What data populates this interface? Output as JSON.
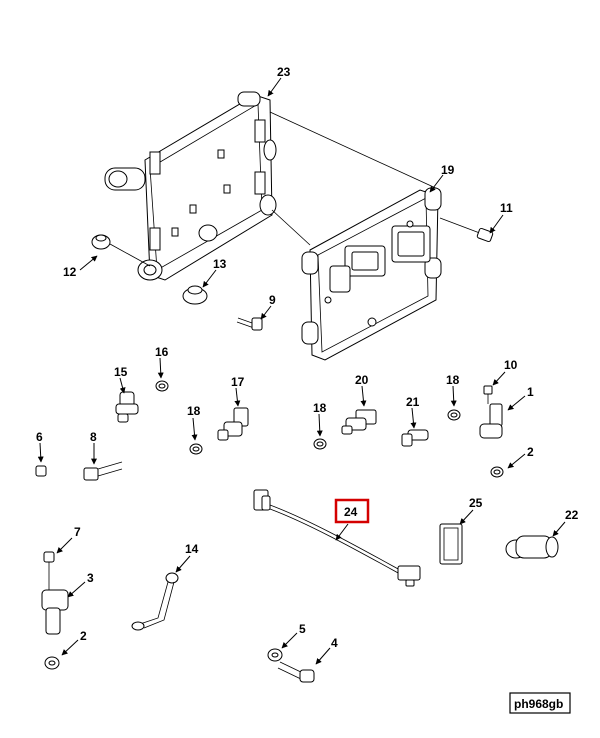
{
  "callouts": {
    "c23": "23",
    "c19": "19",
    "c11": "11",
    "c12": "12",
    "c13": "13",
    "c9": "9",
    "c16": "16",
    "c15": "15",
    "c17": "17",
    "c18a": "18",
    "c20": "20",
    "c18b": "18",
    "c18c": "18",
    "c21": "21",
    "c10": "10",
    "c1": "1",
    "c6": "6",
    "c8": "8",
    "c2a": "2",
    "c24": "24",
    "c25": "25",
    "c22": "22",
    "c7": "7",
    "c14": "14",
    "c3": "3",
    "c2b": "2",
    "c5": "5",
    "c4": "4"
  },
  "highlighted_callout": "24",
  "reference_code": "ph968gb",
  "colors": {
    "highlight": "#d40000",
    "line": "#000000",
    "background": "#ffffff"
  }
}
